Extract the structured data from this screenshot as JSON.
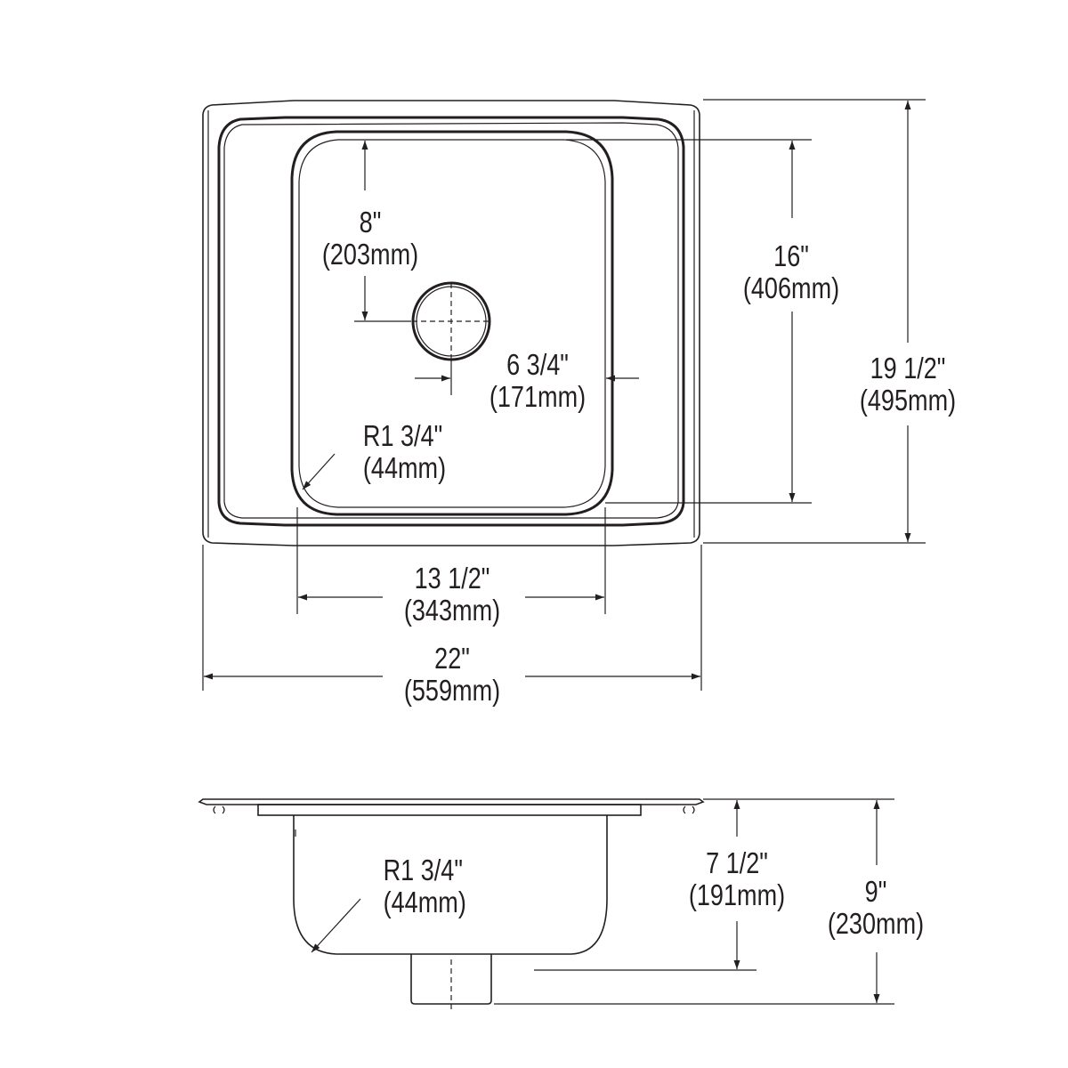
{
  "drawing": {
    "colors": {
      "line": "#231f20",
      "background": "#ffffff"
    },
    "top_view": {
      "depth_to_drain": {
        "imperial": "8\"",
        "metric": "(203mm)"
      },
      "bowl_length": {
        "imperial": "16\"",
        "metric": "(406mm)"
      },
      "overall_length": {
        "imperial": "19 1/2\"",
        "metric": "(495mm)"
      },
      "drain_offset": {
        "imperial": "6 3/4\"",
        "metric": "(171mm)"
      },
      "corner_radius": {
        "imperial": "R1 3/4\"",
        "metric": "(44mm)"
      },
      "bowl_width": {
        "imperial": "13 1/2\"",
        "metric": "(343mm)"
      },
      "overall_width": {
        "imperial": "22\"",
        "metric": "(559mm)"
      }
    },
    "side_view": {
      "corner_radius": {
        "imperial": "R1 3/4\"",
        "metric": "(44mm)"
      },
      "bowl_depth": {
        "imperial": "7 1/2\"",
        "metric": "(191mm)"
      },
      "overall_depth": {
        "imperial": "9\"",
        "metric": "(230mm)"
      }
    }
  }
}
